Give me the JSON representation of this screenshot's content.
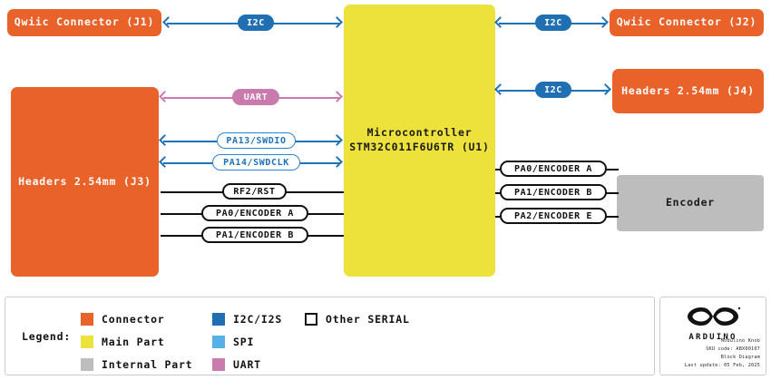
{
  "diagram": {
    "blocks": [
      {
        "id": "qwiic-j1",
        "label": "Qwiic Connector (J1)",
        "kind": "connector"
      },
      {
        "id": "qwiic-j2",
        "label": "Qwiic Connector (J2)",
        "kind": "connector"
      },
      {
        "id": "headers-j3",
        "label": "Headers 2.54mm (J3)",
        "kind": "connector"
      },
      {
        "id": "headers-j4",
        "label": "Headers 2.54mm (J4)",
        "kind": "connector"
      },
      {
        "id": "mcu",
        "label_line1": "Microcontroller",
        "label_line2": "STM32C011F6U6TR (U1)",
        "kind": "main-part"
      },
      {
        "id": "encoder",
        "label": "Encoder",
        "kind": "internal-part"
      }
    ],
    "connections": [
      {
        "id": "j1-mcu-i2c",
        "label": "I2C",
        "bus": "I2C/I2S",
        "style": "solid-blue",
        "direction": "bidirectional"
      },
      {
        "id": "mcu-j2-i2c",
        "label": "I2C",
        "bus": "I2C/I2S",
        "style": "solid-blue",
        "direction": "bidirectional"
      },
      {
        "id": "mcu-j4-i2c",
        "label": "I2C",
        "bus": "I2C/I2S",
        "style": "solid-blue",
        "direction": "bidirectional"
      },
      {
        "id": "j3-mcu-uart",
        "label": "UART",
        "bus": "UART",
        "style": "solid-pink",
        "direction": "bidirectional"
      },
      {
        "id": "j3-mcu-swdio",
        "label": "PA13/SWDIO",
        "bus": "Other SERIAL",
        "style": "outline-blue",
        "direction": "bidirectional"
      },
      {
        "id": "j3-mcu-swdclk",
        "label": "PA14/SWDCLK",
        "bus": "Other SERIAL",
        "style": "outline-blue",
        "direction": "bidirectional"
      },
      {
        "id": "j3-mcu-rst",
        "label": "RF2/RST",
        "bus": "Other SERIAL",
        "style": "outline-black",
        "direction": "none"
      },
      {
        "id": "j3-mcu-enc-a",
        "label": "PA0/ENCODER A",
        "bus": "Other SERIAL",
        "style": "outline-black",
        "direction": "none"
      },
      {
        "id": "j3-mcu-enc-b",
        "label": "PA1/ENCODER B",
        "bus": "Other SERIAL",
        "style": "outline-black",
        "direction": "none"
      },
      {
        "id": "mcu-enc-a",
        "label": "PA0/ENCODER A",
        "bus": "Other SERIAL",
        "style": "outline-black",
        "direction": "none"
      },
      {
        "id": "mcu-enc-b",
        "label": "PA1/ENCODER B",
        "bus": "Other SERIAL",
        "style": "outline-black",
        "direction": "none"
      },
      {
        "id": "mcu-enc-e",
        "label": "PA2/ENCODER E",
        "bus": "Other SERIAL",
        "style": "outline-black",
        "direction": "none"
      }
    ]
  },
  "legend": {
    "title": "Legend:",
    "parts": [
      {
        "label": "Connector",
        "color": "#E8622A"
      },
      {
        "label": "Main Part",
        "color": "#EDE13B"
      },
      {
        "label": "Internal Part",
        "color": "#BDBDBD"
      }
    ],
    "buses": [
      {
        "label": "I2C/I2S",
        "color": "#1F6FB2"
      },
      {
        "label": "SPI",
        "color": "#57B0E8"
      },
      {
        "label": "UART",
        "color": "#C97BAE"
      }
    ],
    "other": [
      {
        "label": "Other SERIAL",
        "color": "#FFFFFF",
        "outlined": true
      }
    ]
  },
  "logo": {
    "wordmark": "ARDUINO",
    "product": "Modulino Knob",
    "sku": "SKU code: ABX00107",
    "doc_type": "Block Diagram",
    "last_update": "Last update: 05 Feb, 2025"
  },
  "colors": {
    "connector": "#E8622A",
    "main_part": "#EDE13B",
    "internal_part": "#BDBDBD",
    "i2c": "#1F6FB2",
    "spi": "#57B0E8",
    "uart": "#C97BAE",
    "line_blue": "#1F72B8",
    "line_black": "#111111"
  }
}
